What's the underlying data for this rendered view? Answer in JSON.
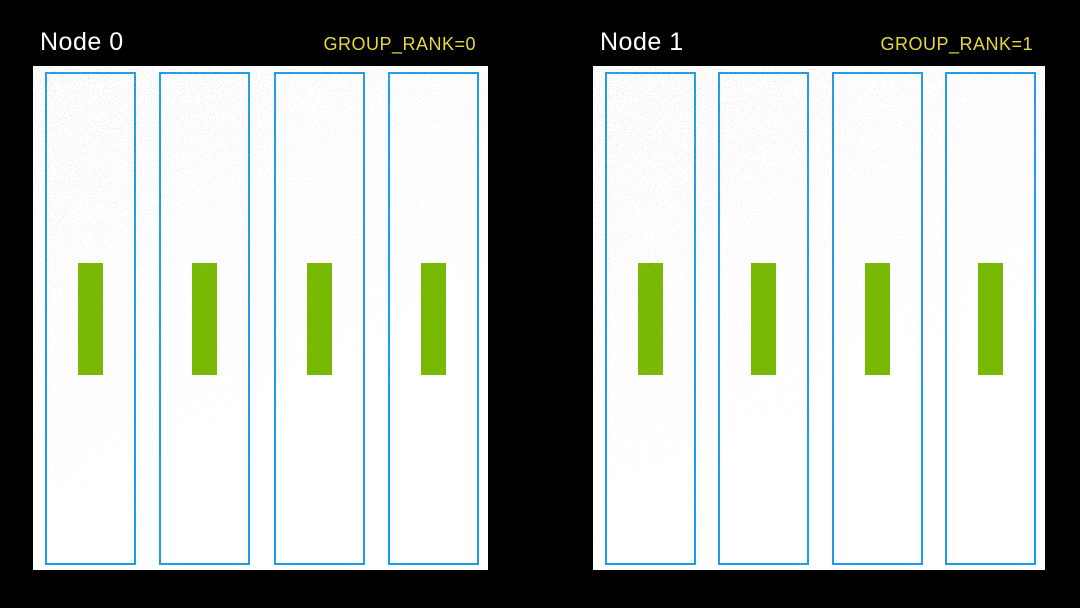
{
  "canvas": {
    "background": "#000000"
  },
  "colors": {
    "canvas_bg": "#000000",
    "panel_bg": "#ffffff",
    "gpu_border": "#1d9be9",
    "gpu_fill": "#ffffff",
    "bar_fill": "#76b900",
    "node_label": "#ffffff",
    "group_rank_label": "#e6d73c"
  },
  "nodes": [
    {
      "label": "Node 0",
      "group_rank": "GROUP_RANK=0",
      "gpu_count": 4,
      "gpus": [
        {
          "activity_bar": true
        },
        {
          "activity_bar": true
        },
        {
          "activity_bar": true
        },
        {
          "activity_bar": true
        }
      ]
    },
    {
      "label": "Node 1",
      "group_rank": "GROUP_RANK=1",
      "gpu_count": 4,
      "gpus": [
        {
          "activity_bar": true
        },
        {
          "activity_bar": true
        },
        {
          "activity_bar": true
        },
        {
          "activity_bar": true
        }
      ]
    }
  ]
}
